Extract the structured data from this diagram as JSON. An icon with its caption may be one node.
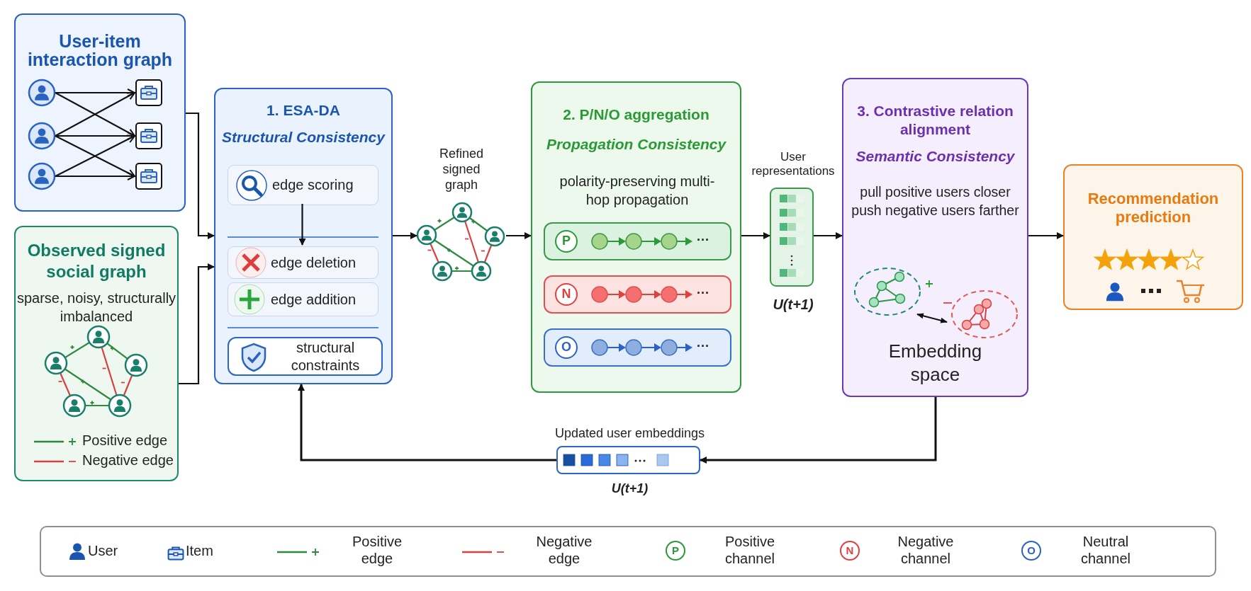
{
  "diagram": {
    "nodes": [
      {
        "text": [
          "User-item interaction graph"
        ]
      },
      {
        "text": [
          "Observed signed social graph",
          "sparse, noisy, structurally imbalanced"
        ]
      },
      {
        "text": [
          "1. ESA-DA",
          "Structural Consistency"
        ]
      },
      {
        "text": [
          "edge scoring"
        ],
        "in": 2
      },
      {
        "text": [
          "edge deletion"
        ],
        "in": 2
      },
      {
        "text": [
          "edge addition"
        ],
        "in": 2
      },
      {
        "text": [
          "structural constraints"
        ],
        "in": 2
      },
      {
        "text": [
          "Refined signed graph"
        ]
      },
      {
        "text": [
          "2. P/N/O aggregation",
          "Propagation Consistency",
          "polarity-preserving multi-hop propagation"
        ]
      },
      {
        "text": [
          "P",
          "···"
        ],
        "in": 8
      },
      {
        "text": [
          "N",
          "···"
        ],
        "in": 8
      },
      {
        "text": [
          "O",
          "···"
        ],
        "in": 8
      },
      {
        "text": [
          "User representations"
        ],
        "beside": [
          "U(t+1)"
        ]
      },
      {
        "text": [
          "3. Contrastive relation alignment",
          "Semantic Consistency",
          "pull positive users closer push negative users farther",
          "Embedding space"
        ]
      },
      {
        "text": [
          "Recommendation prediction"
        ]
      },
      {
        "text": [
          "Updated user embeddings"
        ],
        "beside": [
          "U(t+1)"
        ]
      }
    ],
    "edges": [
      {
        "from": 0,
        "to": 2,
        "arrow": "to"
      },
      {
        "from": 1,
        "to": 2,
        "arrow": "to"
      },
      {
        "from": 3,
        "to": 4,
        "arrow": "to"
      },
      {
        "from": 2,
        "to": 7,
        "arrow": "to"
      },
      {
        "from": 7,
        "to": 8,
        "arrow": "to"
      },
      {
        "from": 8,
        "to": 12,
        "arrow": "to"
      },
      {
        "from": 12,
        "to": 13,
        "arrow": "to"
      },
      {
        "from": 13,
        "to": 14,
        "arrow": "to"
      },
      {
        "from": 13,
        "to": 15,
        "arrow": "to"
      },
      {
        "from": 15,
        "to": 2,
        "arrow": "to"
      }
    ],
    "labels": [
      "P",
      "N",
      "O"
    ],
    "legend": [
      {
        "text": "Positive edge"
      },
      {
        "text": "Negative edge"
      },
      {
        "text": "User"
      },
      {
        "text": "Item"
      },
      {
        "text": "Positive edge"
      },
      {
        "text": "Negative edge"
      },
      {
        "text": "Positive channel"
      },
      {
        "text": "Negative channel"
      },
      {
        "text": "Neutral channel"
      }
    ]
  }
}
